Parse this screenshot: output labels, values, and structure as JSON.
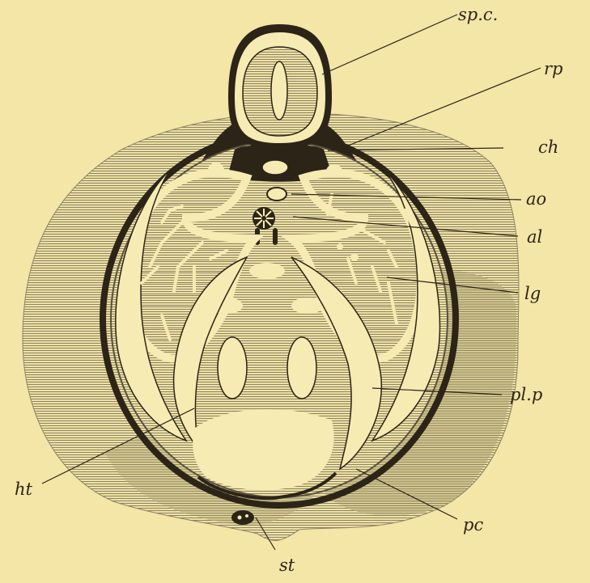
{
  "diagram": {
    "background_color": "#f3e6a7",
    "outline_color": "#2d2418",
    "hatch_color": "#8c8466",
    "tissue_color": "#f6ebb2",
    "labels": {
      "spinal_cord": "sp.c.",
      "rp": "rp",
      "ch": "ch",
      "ao": "ao",
      "al": "al",
      "lg": "lg",
      "plp": "pl.p",
      "ht": "ht",
      "pc": "pc",
      "st": "st"
    }
  }
}
